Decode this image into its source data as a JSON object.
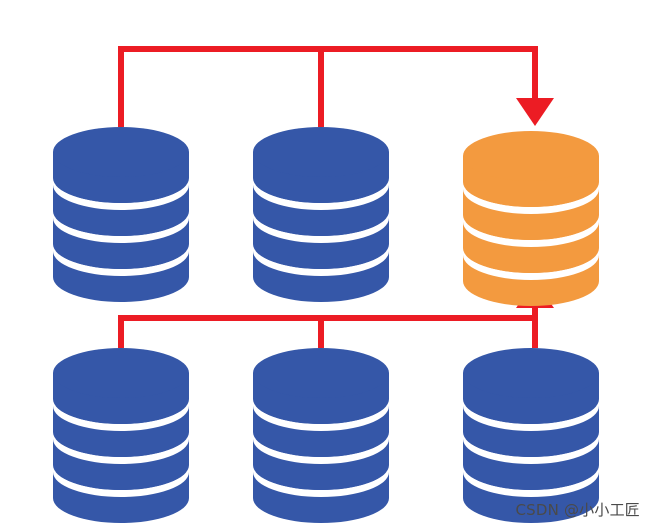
{
  "watermark": "CSDN @小小工匠",
  "colors": {
    "db_primary": "#3557a8",
    "db_target": "#f39a3f",
    "arrow": "#ec1c24",
    "background": "#ffffff"
  },
  "databases": [
    {
      "id": "db-top-left",
      "role": "source"
    },
    {
      "id": "db-top-middle",
      "role": "source"
    },
    {
      "id": "db-top-right",
      "role": "target"
    },
    {
      "id": "db-bottom-left",
      "role": "source"
    },
    {
      "id": "db-bottom-middle",
      "role": "source"
    },
    {
      "id": "db-bottom-right",
      "role": "source"
    }
  ],
  "icons": [
    "database-icon",
    "arrow-down-icon",
    "arrow-up-icon"
  ]
}
